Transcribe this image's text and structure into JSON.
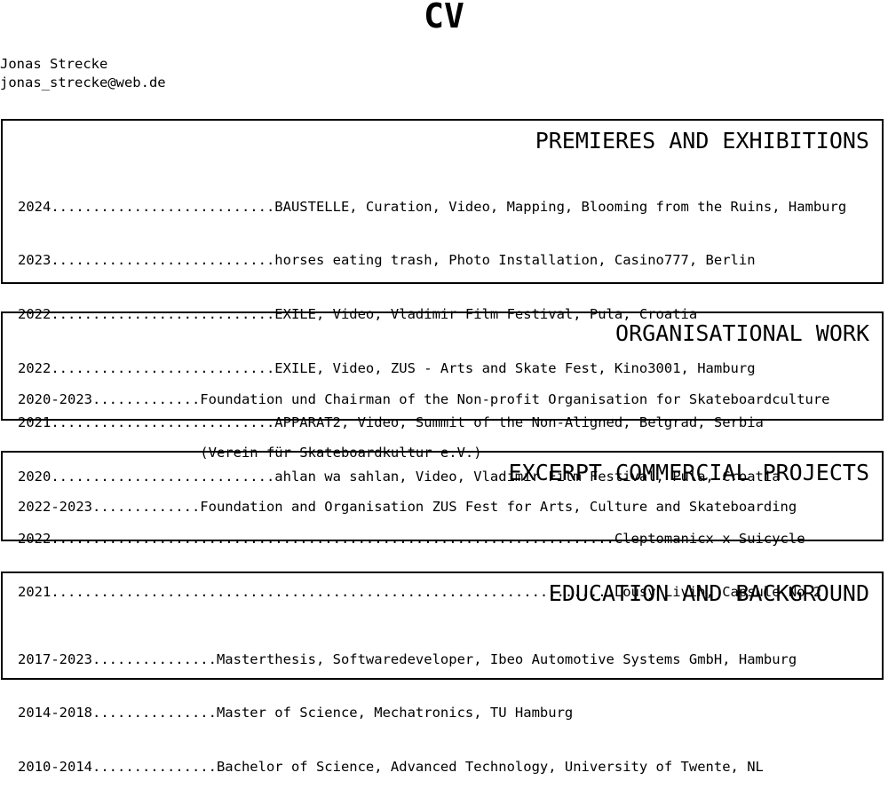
{
  "header": {
    "title": "CV",
    "name": "Jonas Strecke",
    "email": "jonas_strecke@web.de"
  },
  "sections": [
    {
      "heading": "PREMIERES AND EXHIBITIONS",
      "rows": [
        "2024...........................BAUSTELLE, Curation, Video, Mapping, Blooming from the Ruins, Hamburg",
        "2023...........................horses eating trash, Photo Installation, Casino777, Berlin",
        "2022...........................EXILE, Video, Vladimir Film Festival, Pula, Croatia",
        "2022...........................EXILE, Video, ZUS - Arts and Skate Fest, Kino3001, Hamburg",
        "2021...........................APPARAT2, Video, Summit of the Non-Aligned, Belgrad, Serbia",
        "2020...........................ahlan wa sahlan, Video, Vladimir Film Festival, Pula, Croatia"
      ]
    },
    {
      "heading": "ORGANISATIONAL WORK",
      "rows": [
        "2020-2023.............Foundation und Chairman of the Non-profit Organisation for Skateboardculture",
        "                      (Verein für Skateboardkultur e.V.)",
        "2022-2023.............Foundation and Organisation ZUS Fest for Arts, Culture and Skateboarding"
      ]
    },
    {
      "heading": "EXCERPT COMMERCIAL PROJECTS",
      "rows": [
        "2022....................................................................Cleptomanicx x Suicycle",
        "2021....................................................................Lousy Livin, Capsule No 2"
      ]
    },
    {
      "heading": "EDUCATION AND BACKGROUND",
      "rows": [
        "2017-2023...............Masterthesis, Softwaredeveloper, Ibeo Automotive Systems GmbH, Hamburg",
        "2014-2018...............Master of Science, Mechatronics, TU Hamburg",
        "2010-2014...............Bachelor of Science, Advanced Technology, University of Twente, NL"
      ]
    }
  ]
}
